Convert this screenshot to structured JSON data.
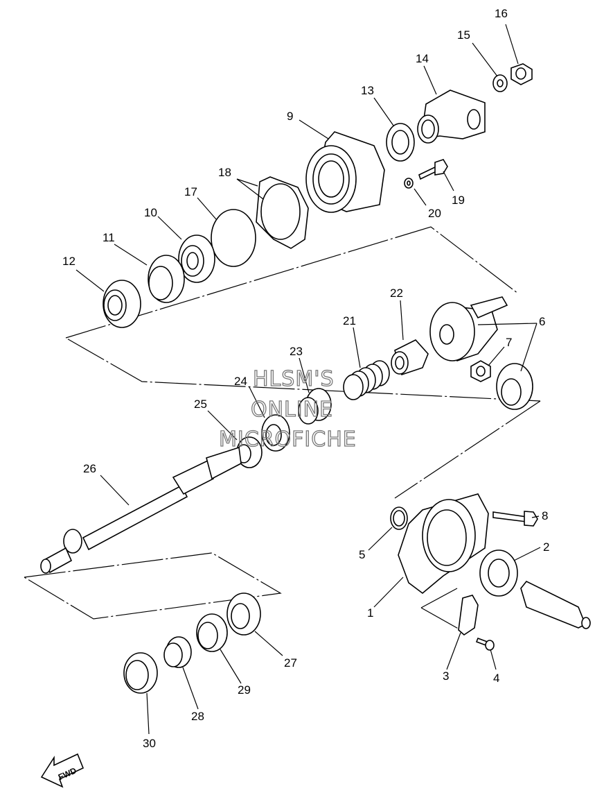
{
  "watermark": {
    "line1": "HLSM'S",
    "line2": "ONLINE",
    "line3": "MICROFICHE"
  },
  "fwd_label": "FWD",
  "callouts": [
    "1",
    "2",
    "3",
    "4",
    "5",
    "6",
    "7",
    "8",
    "9",
    "10",
    "11",
    "12",
    "13",
    "14",
    "15",
    "16",
    "17",
    "18",
    "19",
    "20",
    "21",
    "22",
    "23",
    "24",
    "25",
    "26",
    "27",
    "28",
    "29",
    "30"
  ]
}
